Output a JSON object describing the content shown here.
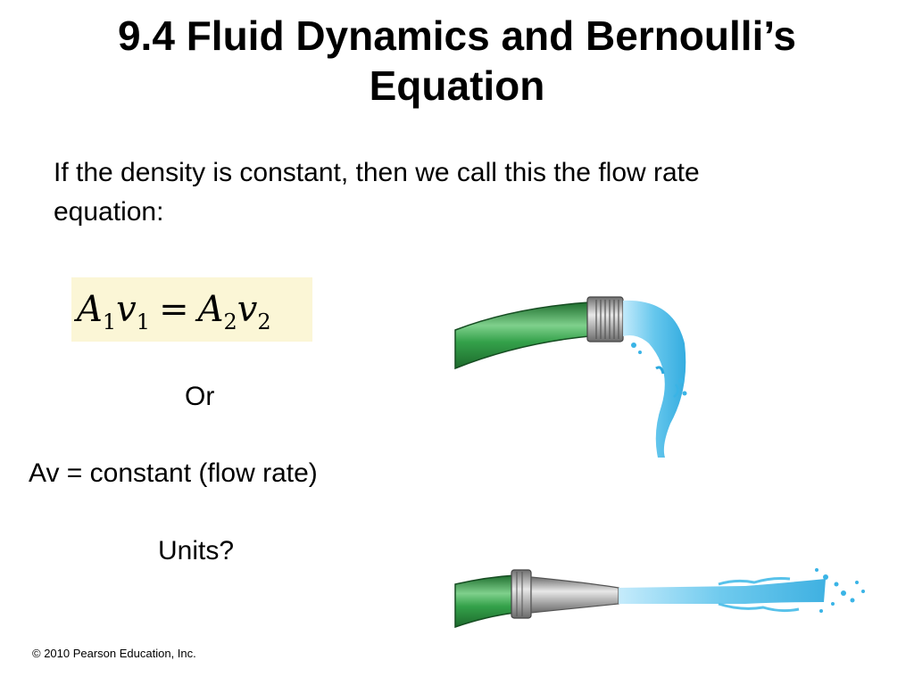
{
  "slide": {
    "title_line1": "9.4 Fluid Dynamics and Bernoulli’s",
    "title_line2": "Equation",
    "body_line1": "If the density is constant, then we call this the flow rate",
    "body_line2": "equation:",
    "equation": {
      "left_a": "A",
      "left_a_sub": "1",
      "left_v": "v",
      "left_v_sub": "1",
      "equals": "=",
      "right_a": "A",
      "right_a_sub": "2",
      "right_v": "v",
      "right_v_sub": "2"
    },
    "or_text": "Or",
    "av_text": "Av = constant (flow rate)",
    "units_text": "Units?",
    "copyright": "© 2010 Pearson Education, Inc."
  },
  "colors": {
    "hose_green": "#2e9a44",
    "water_blue": "#58c2ea",
    "nozzle_gray": "#9a9a9a",
    "equation_bg": "#fbf6d6"
  },
  "icons": [
    "garden-hose-open-end",
    "garden-hose-with-nozzle",
    "water-stream"
  ]
}
